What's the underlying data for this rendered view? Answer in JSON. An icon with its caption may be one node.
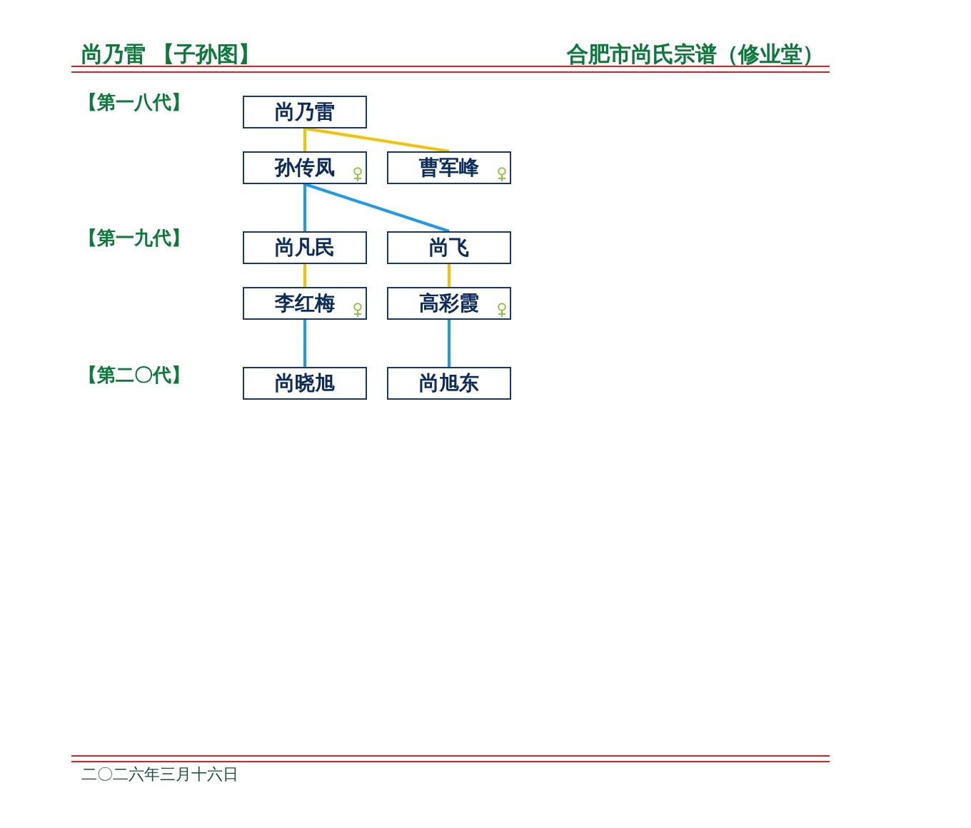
{
  "diagram": {
    "title": "尚乃雷 【子孙图】",
    "nodes": [
      {
        "text": [
          "尚乃雷"
        ]
      },
      {
        "text": [
          "孙传凤"
        ]
      },
      {
        "text": [
          "曹军峰"
        ]
      },
      {
        "text": [
          "尚凡民"
        ]
      },
      {
        "text": [
          "尚飞"
        ]
      },
      {
        "text": [
          "李红梅"
        ]
      },
      {
        "text": [
          "高彩霞"
        ]
      },
      {
        "text": [
          "尚晓旭"
        ]
      },
      {
        "text": [
          "尚旭东"
        ]
      }
    ],
    "edges": [
      {
        "from": 0,
        "to": 1,
        "arrow": "none",
        "color": "#f5c200"
      },
      {
        "from": 0,
        "to": 2,
        "arrow": "none",
        "color": "#f5c200"
      },
      {
        "from": 1,
        "to": 3,
        "arrow": "none",
        "color": "#1a9bf0"
      },
      {
        "from": 1,
        "to": 4,
        "arrow": "none",
        "color": "#1a9bf0"
      },
      {
        "from": 3,
        "to": 5,
        "arrow": "none",
        "color": "#f5c200"
      },
      {
        "from": 4,
        "to": 6,
        "arrow": "none",
        "color": "#f5c200"
      },
      {
        "from": 5,
        "to": 7,
        "arrow": "none",
        "color": "#1a9bf0"
      },
      {
        "from": 6,
        "to": 8,
        "arrow": "none",
        "color": "#1a9bf0"
      }
    ],
    "labels": [
      "合肥市尚氏宗谱（修业堂）",
      "【第一八代】",
      "【第一九代】",
      "【第二〇代】",
      "二〇二六年三月十六日"
    ]
  }
}
